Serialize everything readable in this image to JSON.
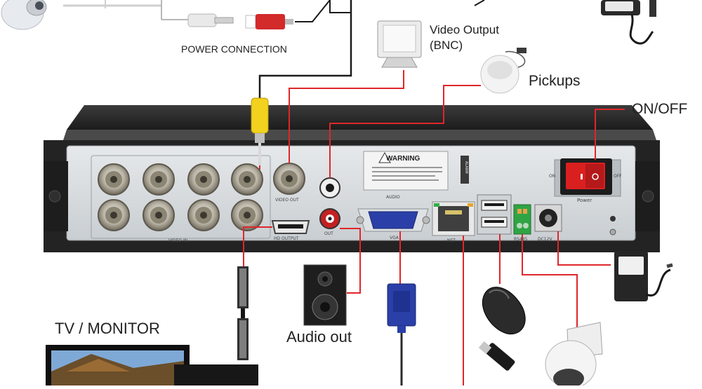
{
  "labels": {
    "power_connection": "POWER CONNECTION",
    "video_output": "Video Output",
    "video_output_bnc": "(BNC)",
    "pickups": "Pickups",
    "on_off": "ON/OFF",
    "audio_out": "Audio out",
    "tv_monitor": "TV / MONITOR"
  },
  "panel": {
    "warning": "WARNING",
    "alarm": "ALARM",
    "video_in": "VIDEO IN",
    "video_out": "VIDEO OUT",
    "hd_output": "HD OUTPUT",
    "audio": "AUDIO",
    "out": "OUT",
    "vga": "VGA",
    "net": "NET",
    "rs485": "RS485",
    "dc12v": "DC12V",
    "power": "Power",
    "on": "ON",
    "off": "OFF"
  },
  "colors": {
    "connector_line": "#e0262a",
    "cable_black": "#1a1a1a",
    "dvr_body": "#2b2b2b",
    "panel": "#d9dde0",
    "switch_red": "#d9201f",
    "vga_blue": "#2a3fa8",
    "rca_yellow": "#f2d21e"
  }
}
